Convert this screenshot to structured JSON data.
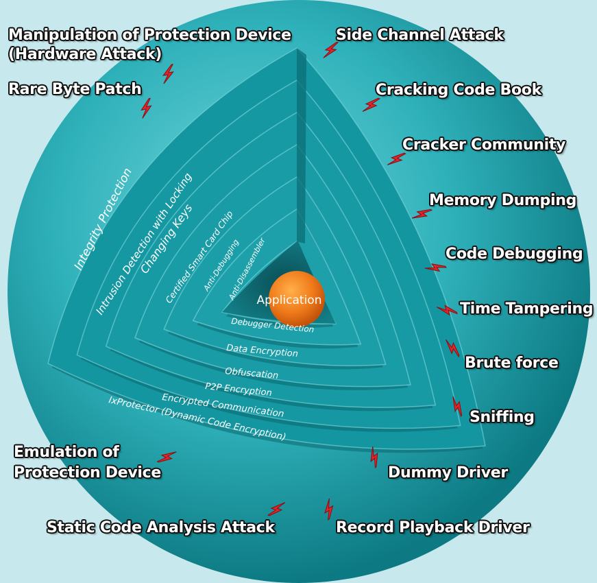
{
  "diagram": {
    "core": "Application",
    "layers_vertical": [
      "Integrity Protection",
      "Intrusion Detection with Locking",
      "Changing Keys",
      "Certified Smart Card Chip",
      "Anti-Debugging",
      "Anti-Disassembler"
    ],
    "layers_bottom": [
      "IxProtector (Dynamic Code Encryption)",
      "Encrypted Communication",
      "P2P Encryption",
      "Obfuscation",
      "Data Encryption",
      "Debugger Detection"
    ],
    "attacks": [
      "Manipulation of Protection Device",
      "(Hardware Attack)",
      "Rare Byte Patch",
      "Side Channel Attack",
      "Cracking Code Book",
      "Cracker Community",
      "Memory Dumping",
      "Code Debugging",
      "Time Tampering",
      "Brute force",
      "Sniffing",
      "Dummy Driver",
      "Record Playback Driver",
      "Static Code Analysis Attack",
      "Emulation of",
      "Protection Device"
    ]
  },
  "colors": {
    "background": "#c7e9ee",
    "sphere_light": "#5cc9d0",
    "sphere_dark": "#0f7f88",
    "layer_face": "#1ea3ad",
    "core": "#f07a1a",
    "bolt": "#e0262c"
  },
  "icons": [
    "lightning-bolt-icon"
  ]
}
